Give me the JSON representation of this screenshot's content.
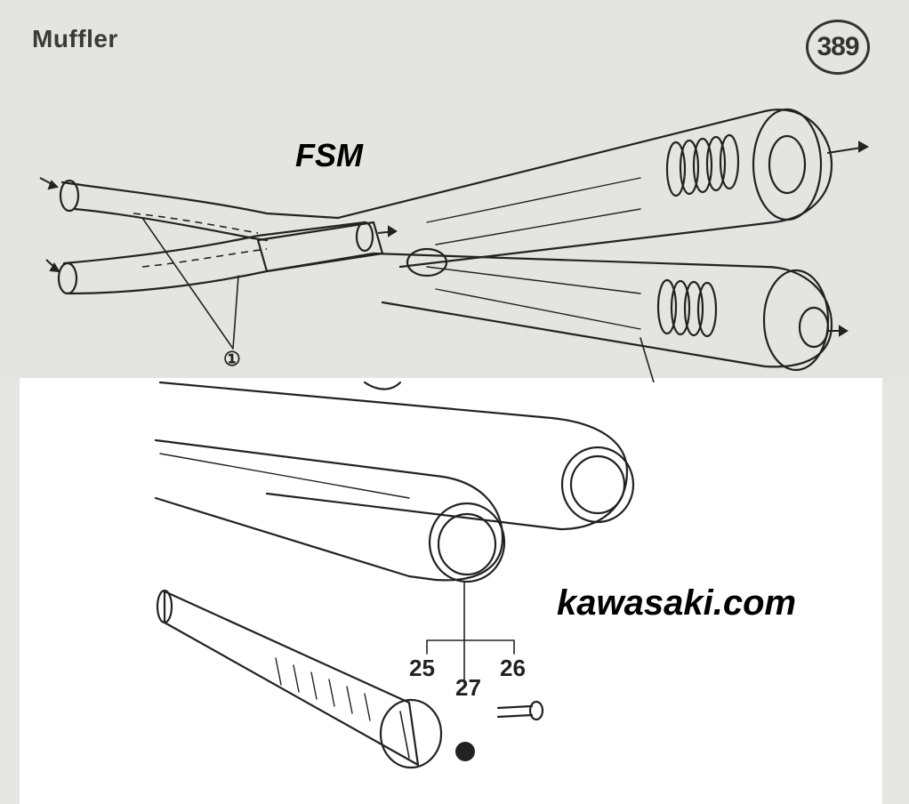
{
  "header": {
    "section_title": "Muffler",
    "page_number": "389"
  },
  "overlays": {
    "fsm_label": "FSM",
    "site_label": "kawasaki.com"
  },
  "callouts": {
    "c1": "①",
    "c25": "25",
    "c26": "26",
    "c27": "27"
  },
  "colors": {
    "background_top": "#e4e4e0",
    "background_bottom": "#ffffff",
    "line": "#222222"
  }
}
